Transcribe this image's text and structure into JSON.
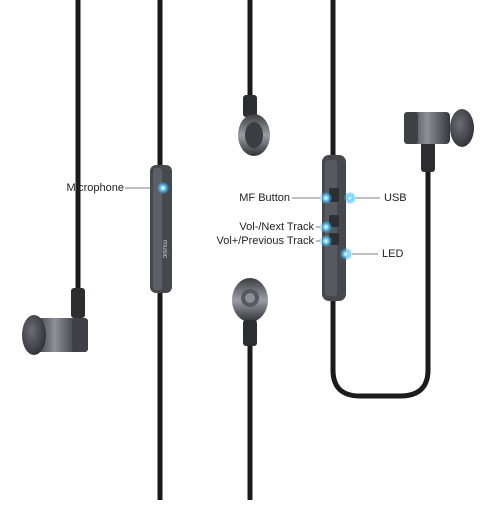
{
  "labels": {
    "microphone": "Microphone",
    "mf_button": "MF Button",
    "usb": "USB",
    "vol_minus_next": "Vol-/Next Track",
    "vol_plus_prev": "Vol+/Previous Track",
    "led": "LED"
  },
  "remote_text": {
    "brand": "music"
  },
  "colors": {
    "accent": "#2fb3ea",
    "cable": "#1b1b1b",
    "housing": "#4a4d52",
    "housing_light": "#8a8d93",
    "background": "#ffffff"
  }
}
